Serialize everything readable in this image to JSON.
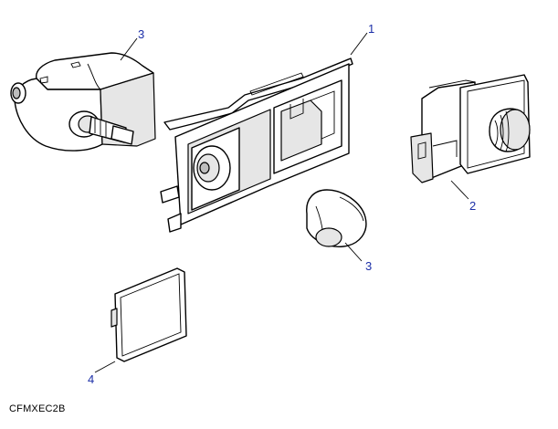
{
  "diagram_code": "CFMXEC2B",
  "callouts": [
    {
      "id": "c1",
      "label": "1"
    },
    {
      "id": "c2",
      "label": "2"
    },
    {
      "id": "c3a",
      "label": "3"
    },
    {
      "id": "c3b",
      "label": "3"
    },
    {
      "id": "c4",
      "label": "4"
    }
  ],
  "colors": {
    "callout": "#1c2fa8",
    "line": "#000000",
    "background": "#ffffff"
  }
}
